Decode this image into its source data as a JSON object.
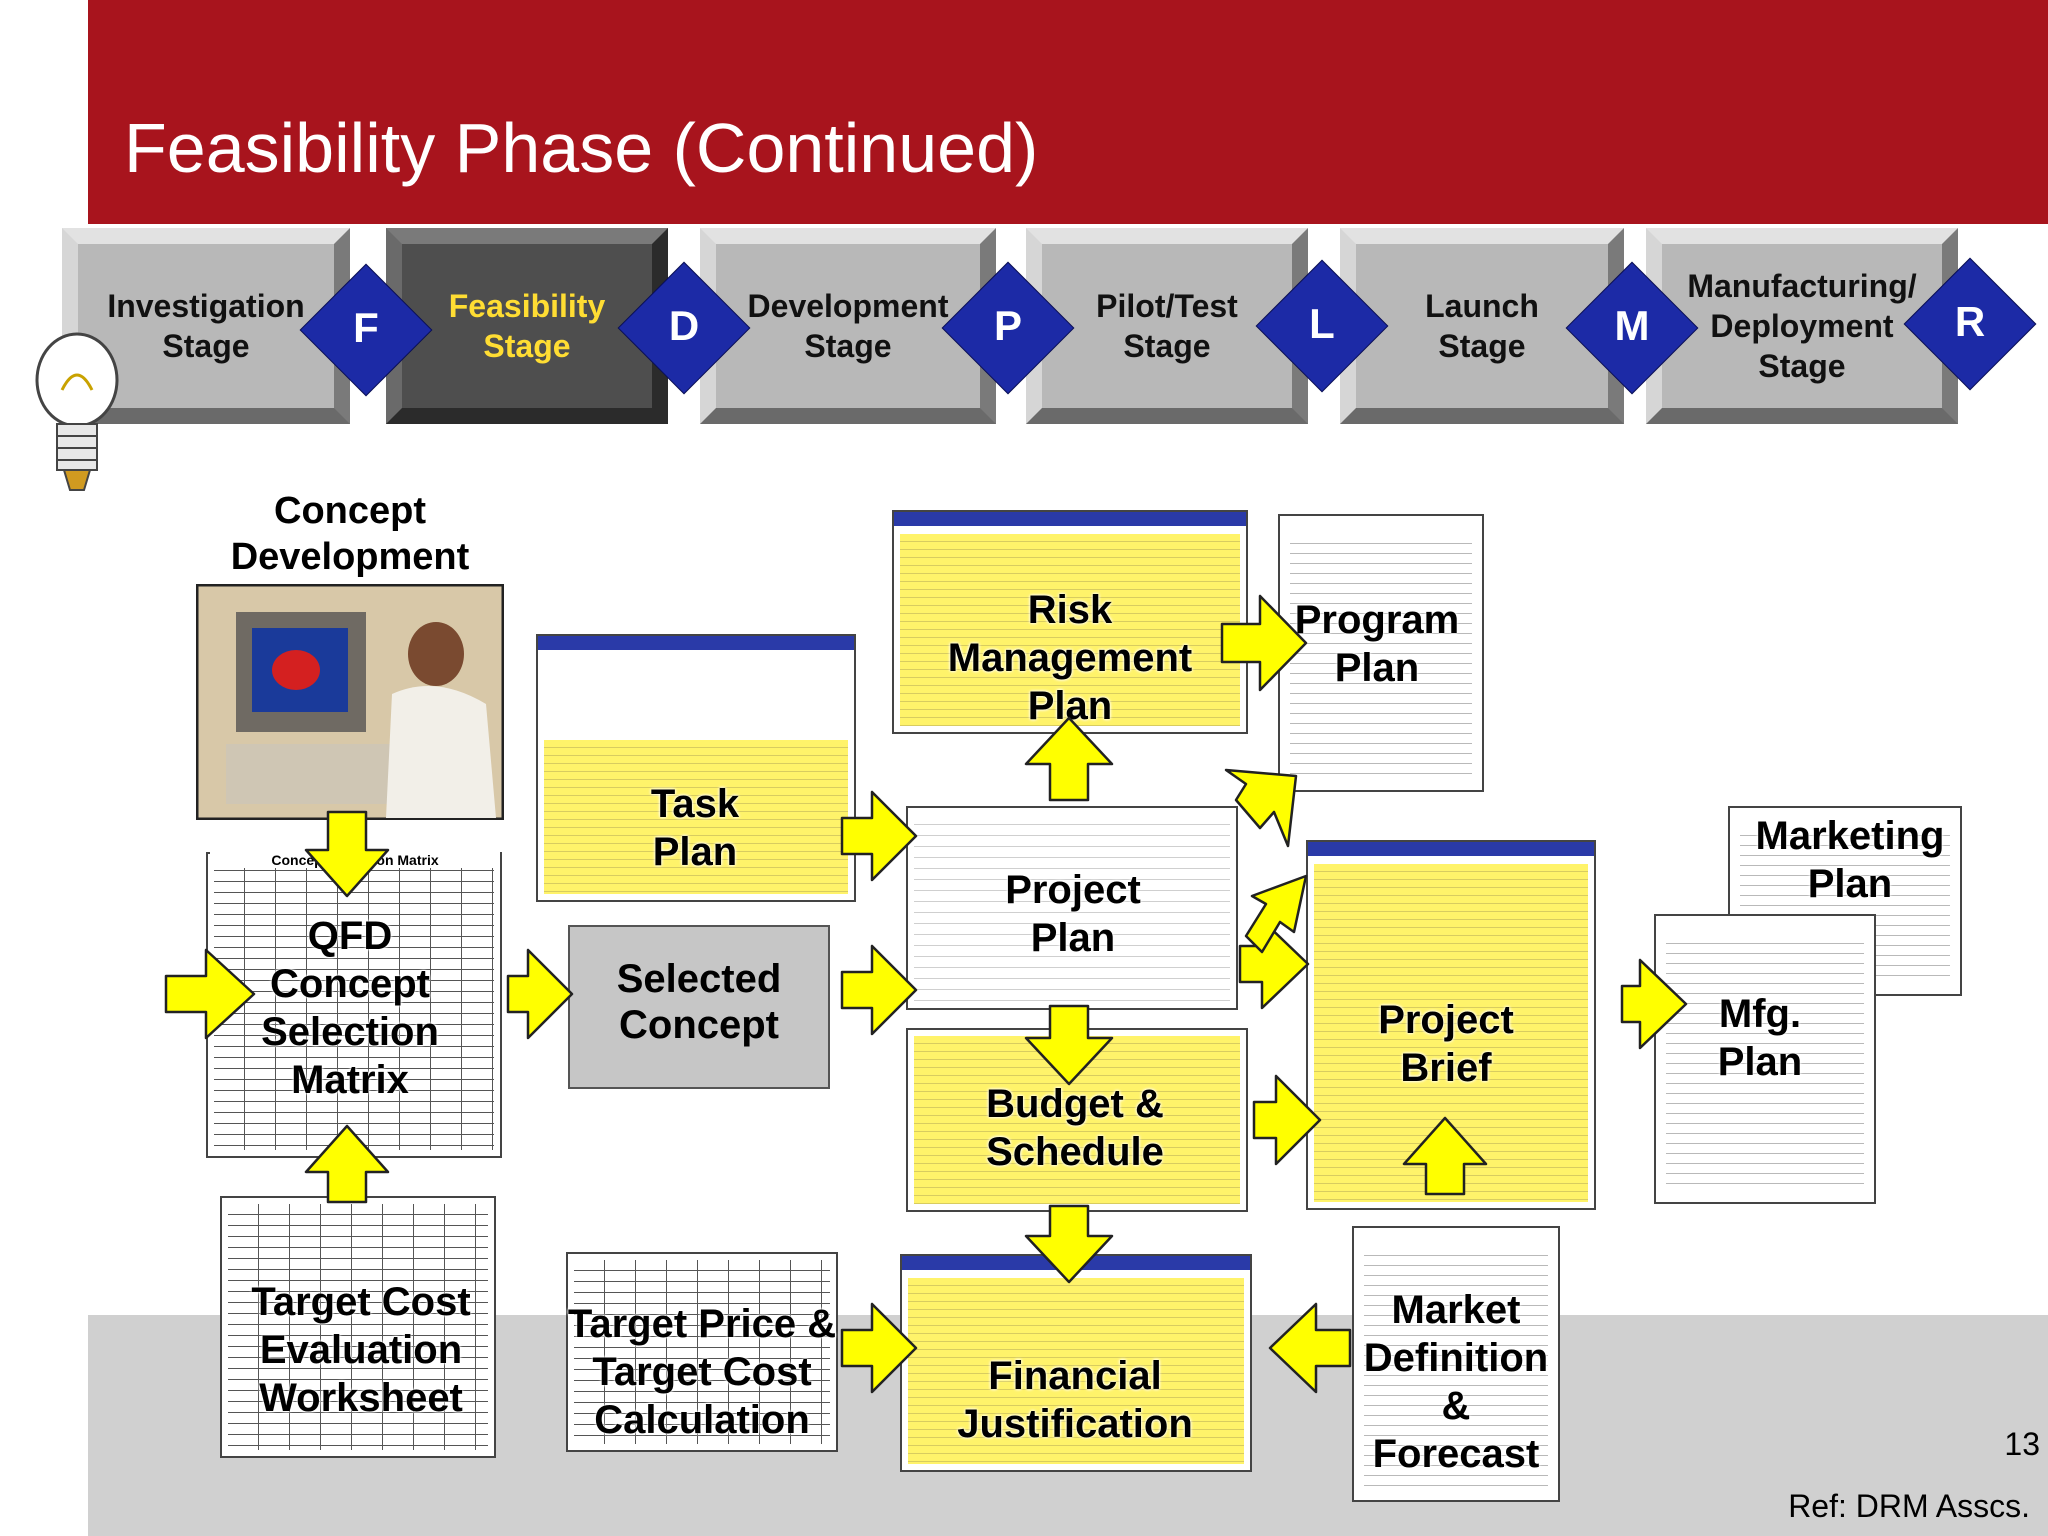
{
  "title": "Feasibility Phase (Continued)",
  "stages": [
    {
      "label": "Investigation\nStage",
      "active": false
    },
    {
      "label": "Feasibility\nStage",
      "active": true
    },
    {
      "label": "Development\nStage",
      "active": false
    },
    {
      "label": "Pilot/Test\nStage",
      "active": false
    },
    {
      "label": "Launch\nStage",
      "active": false
    },
    {
      "label": "Manufacturing/\nDeployment\nStage",
      "active": false
    }
  ],
  "gates": [
    "F",
    "D",
    "P",
    "L",
    "M",
    "R"
  ],
  "concept_development": "Concept\nDevelopment",
  "items": {
    "qfd": "QFD\nConcept\nSelection\nMatrix",
    "qfd_header": "Concept Selection Matrix",
    "target_cost_eval": "Target Cost\nEvaluation\nWorksheet",
    "target_price": "Target Price &\nTarget Cost\nCalculation",
    "selected_concept": "Selected\nConcept",
    "task_plan": "Task\nPlan",
    "risk_plan": "Risk\nManagement\nPlan",
    "program_plan": "Program\nPlan",
    "project_plan": "Project\nPlan",
    "budget": "Budget &\nSchedule",
    "financial": "Financial\nJustification",
    "project_brief": "Project\nBrief",
    "market_def": "Market\nDefinition\n&\nForecast",
    "marketing_plan": "Marketing\nPlan",
    "mfg_plan": "Mfg.\nPlan"
  },
  "page_number": "13",
  "reference": "Ref: DRM Asscs.",
  "colors": {
    "header": "#a8141d",
    "gate": "#1c2aa6",
    "active_stage_text": "#ffdd33",
    "arrow": "#ffff00"
  }
}
